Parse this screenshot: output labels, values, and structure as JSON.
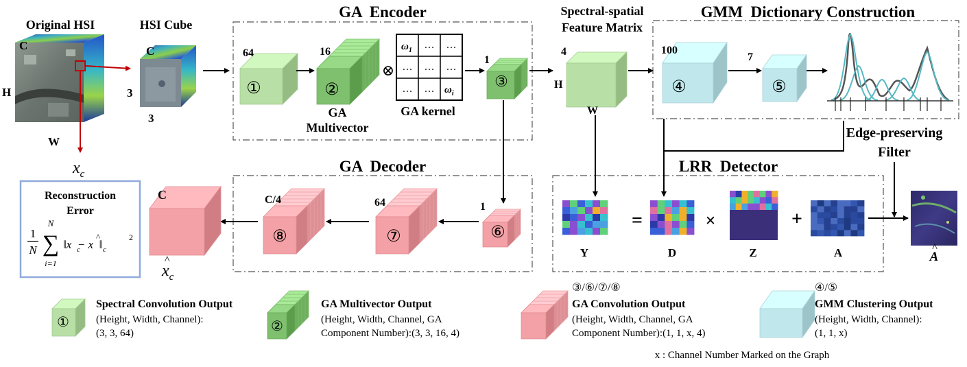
{
  "input": {
    "original_hsi": "Original HSI",
    "hsi_cube": "HSI Cube",
    "dim_c": "C",
    "dim_h": "H",
    "dim_w": "W",
    "cube_c": "C",
    "cube_side": "3",
    "cube_bottom": "3",
    "xc": "x",
    "xc_sub": "c"
  },
  "encoder": {
    "title": "GA  Encoder",
    "c1_num": "64",
    "c1_id": "①",
    "c2_num": "16",
    "c2_id": "②",
    "c2_label_1": "GA",
    "c2_label_2": "Multivector",
    "otimes": "⊗",
    "kernel_w1": "ω",
    "kernel_w1_sub": "1",
    "kernel_wi": "ω",
    "kernel_wi_sub": "i",
    "kernel_dots": "…",
    "kernel_label": "GA kernel",
    "c3_num": "1",
    "c3_id": "③"
  },
  "feature": {
    "title_1": "Spectral-spatial",
    "title_2": "Feature Matrix",
    "num": "4",
    "h": "H",
    "w": "W"
  },
  "gmm": {
    "title": "GMM  Dictionary Construction",
    "c4_num": "100",
    "c4_id": "④",
    "c5_num": "7",
    "c5_id": "⑤"
  },
  "decoder": {
    "title": "GA  Decoder",
    "c6_num": "1",
    "c6_id": "⑥",
    "c7_num": "64",
    "c7_id": "⑦",
    "c8_num": "C/4",
    "c8_id": "⑧",
    "out_c": "C",
    "out_label": "x",
    "out_label_sub": "c"
  },
  "recon": {
    "title_1": "Reconstruction",
    "title_2": "Error",
    "frac_num": "1",
    "frac_den": "N",
    "sum_top": "N",
    "sum_sym": "∑",
    "sum_bottom": "i=1",
    "body": "‖x  − x  ‖",
    "body_sub1": "c",
    "body_sub2": "c",
    "power": "2"
  },
  "lrr": {
    "title": "LRR  Detector",
    "edge_1": "Edge-preserving",
    "edge_2": "Filter",
    "eq": "=",
    "times": "×",
    "plus": "+",
    "y": "Y",
    "d": "D",
    "z": "Z",
    "a": "A",
    "ahat": "A"
  },
  "legend": {
    "l1_id": "①",
    "l1_title": "Spectral Convolution Output",
    "l1_line1": "(Height, Width, Channel):",
    "l1_line2": "(3, 3, 64)",
    "l2_id": "②",
    "l2_title": "GA Multivector Output",
    "l2_line1": "(Height, Width, Channel, GA",
    "l2_line2": "Component Number):(3, 3, 16, 4)",
    "l3_ids": "③/⑥/⑦/⑧",
    "l3_title": "GA Convolution Output",
    "l3_line1": "(Height, Width, Channel, GA",
    "l3_line2": "Component Number):(1, 1, x, 4)",
    "l4_ids": "④/⑤",
    "l4_title": "GMM Clustering Output",
    "l4_line1": "(Height, Width, Channel):",
    "l4_line2": "(1, 1, x)",
    "footnote": "x : Channel Number Marked on the Graph"
  },
  "colors": {
    "green_front": "#b8dfa6",
    "green_top": "#d4edc6",
    "green_side": "#8cc37a",
    "dgreen_front": "#7fc06f",
    "cyan_front": "#bfe7ec",
    "cyan_side": "#8ccdd6",
    "pink_front": "#f3a1a6",
    "pink_side": "#e5787f",
    "arrow_red": "#c00000"
  }
}
